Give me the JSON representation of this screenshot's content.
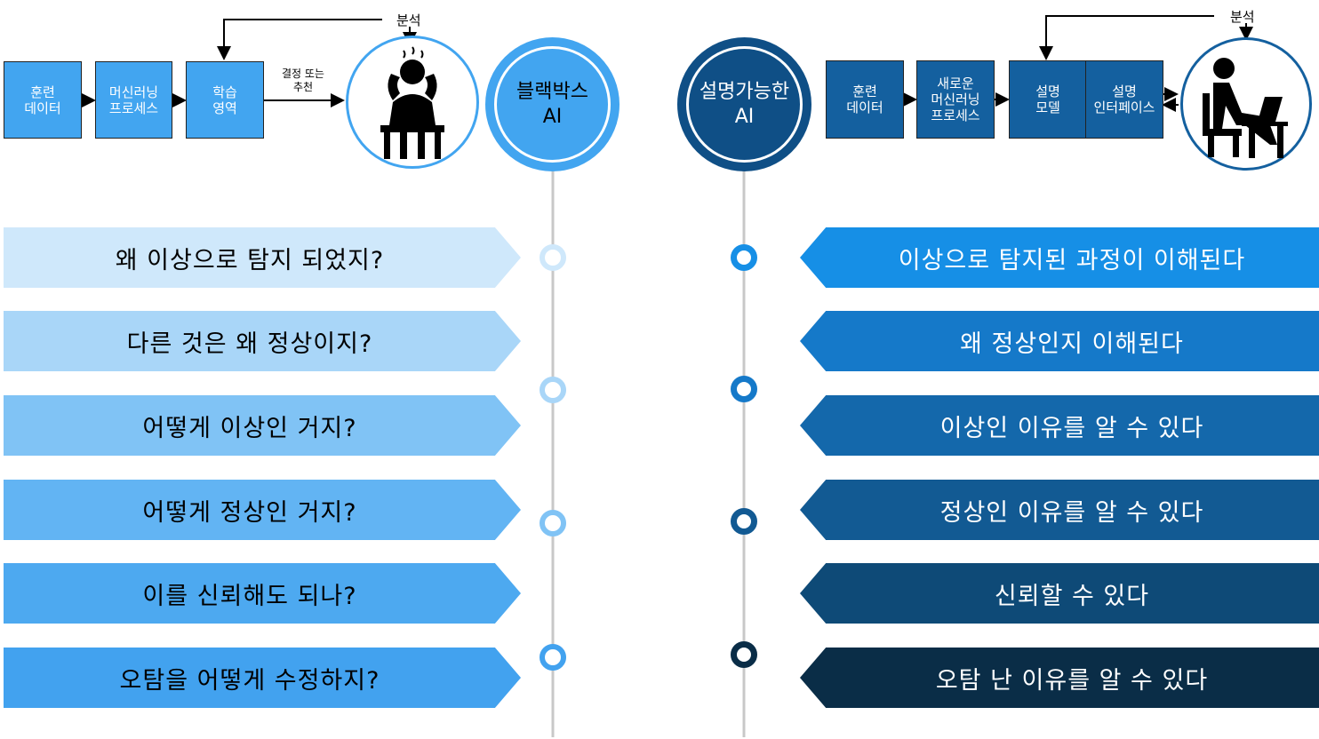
{
  "left_flow": {
    "boxes": [
      "훈련\n데이터",
      "머신러닝\n프로세스",
      "학습\n영역"
    ],
    "decision_label": "결정 또는\n추천",
    "analysis_label": "분석",
    "hub_title": "블랙박스\nAI"
  },
  "right_flow": {
    "boxes": [
      "훈련\n데이터",
      "새로운\n머신러닝\n프로세스",
      "설명\n모델",
      "설명\n인터페이스"
    ],
    "analysis_label": "분석",
    "hub_title": "설명가능한\nAI"
  },
  "questions": [
    "왜 이상으로 탐지 되었지?",
    "다른 것은 왜 정상이지?",
    "어떻게 이상인 거지?",
    "어떻게 정상인 거지?",
    "이를 신뢰해도 되나?",
    "오탐을 어떻게 수정하지?"
  ],
  "answers": [
    "이상으로 탐지된 과정이 이해된다",
    "왜 정상인지 이해된다",
    "이상인 이유를 알 수 있다",
    "정상인 이유를 알 수 있다",
    "신뢰할 수 있다",
    "오탐 난 이유를 알 수 있다"
  ],
  "colors": {
    "question_fills": [
      "#cfe8fb",
      "#a9d6f8",
      "#80c3f5",
      "#62b4f3",
      "#4da9f0",
      "#42a2ef"
    ],
    "answer_fills": [
      "#168fe6",
      "#1579c9",
      "#1468ab",
      "#125a93",
      "#0e4a77",
      "#0a2d47"
    ],
    "left_dots": [
      "#cfe8fb",
      "#a9d6f8",
      "#80c3f5",
      "#42a2ef"
    ],
    "right_dots": [
      "#168fe6",
      "#1579c9",
      "#125a93",
      "#0a2d47"
    ],
    "left_hub": "#42a5f0",
    "right_hub": "#0f4f86"
  },
  "icons": [
    "stressed-person-icon",
    "person-at-laptop-icon"
  ]
}
